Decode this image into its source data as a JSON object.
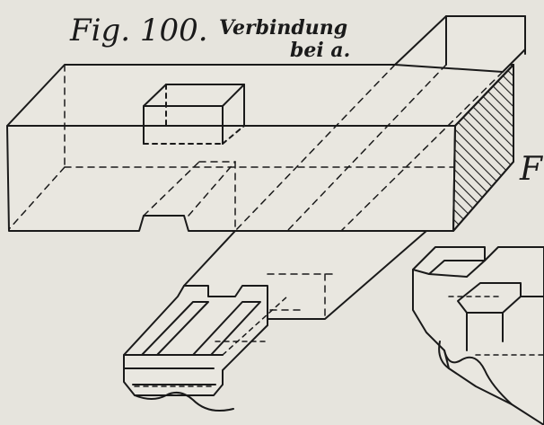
{
  "figure": {
    "label": "Fig. 100.",
    "caption_line1": "Verbindung",
    "caption_line2": "bei a.",
    "edge_letter": "F"
  },
  "colors": {
    "paper": "#e6e4dd",
    "ink": "#1a1a1a"
  }
}
